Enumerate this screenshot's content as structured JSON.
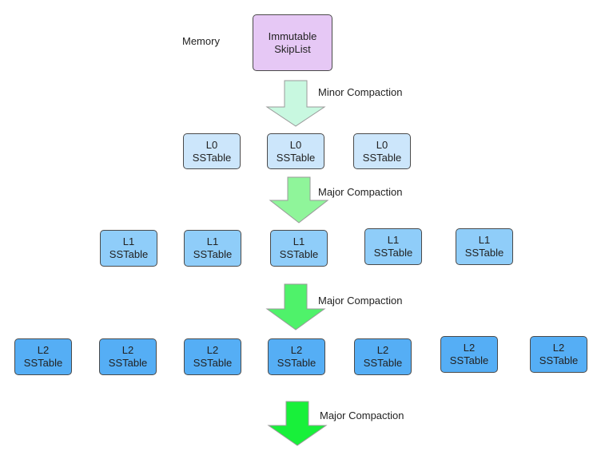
{
  "memory_label": "Memory",
  "immutable": {
    "line1": "Immutable",
    "line2": "SkipList",
    "color": "#e6c8f5"
  },
  "arrows": [
    {
      "label": "Minor Compaction",
      "color": "#c8f8e0"
    },
    {
      "label": "Major Compaction",
      "color": "#8ff59a"
    },
    {
      "label": "Major Compaction",
      "color": "#4ff26a"
    },
    {
      "label": "Major Compaction",
      "color": "#18f03a"
    }
  ],
  "levels": [
    {
      "line1": "L0",
      "line2": "SSTable",
      "color": "#cce6fb",
      "count": 3
    },
    {
      "line1": "L1",
      "line2": "SSTable",
      "color": "#8fcdf9",
      "count": 5
    },
    {
      "line1": "L2",
      "line2": "SSTable",
      "color": "#55aef5",
      "count": 7
    }
  ]
}
